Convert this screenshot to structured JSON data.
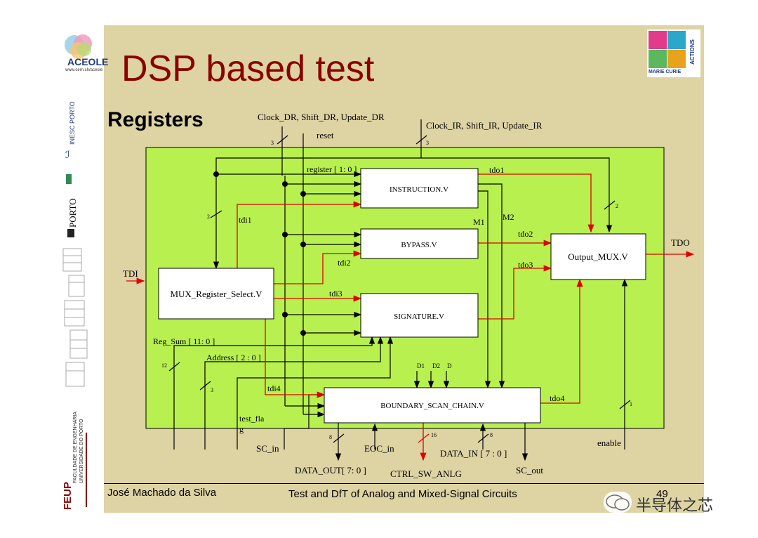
{
  "title": "DSP based test",
  "subtitle": "Registers",
  "footer": {
    "author": "José Machado da Silva",
    "course": "Test and DfT of Analog and Mixed-Signal Circuits",
    "page": "49"
  },
  "logos": {
    "aceole": "ACEOLE",
    "aceole_url": "www.cern.ch/aceole",
    "inesc": "INESC PORTO",
    "uporto": "PORTO",
    "feup": "FEUP",
    "feup_sub1": "FACULDADE DE ENGENHARIA",
    "feup_sub2": "UNIVERSIDADE DO PORTO",
    "marie_curie": "MARIE CURIE",
    "actions": "ACTIONS"
  },
  "watermark": "半导体之芯",
  "blocks": {
    "instruction": "INSTRUCTION.V",
    "bypass": "BYPASS.V",
    "signature": "SIGNATURE.V",
    "boundary": "BOUNDARY_SCAN_CHAIN.V",
    "output_mux": "Output_MUX.V",
    "mux_reg": "MUX_Register_Select.V"
  },
  "signals": {
    "clock_dr": "Clock_DR, Shift_DR, Update_DR",
    "reset": "reset",
    "clock_ir": "Clock_IR, Shift_IR, Update_IR",
    "register": "register [ 1: 0 ]",
    "tdo1": "tdo1",
    "tdo2": "tdo2",
    "tdo3": "tdo3",
    "tdo4": "tdo4",
    "m1": "M1",
    "m2": "M2",
    "tdi1": "tdi1",
    "tdi2": "tdi2",
    "tdi3": "tdi3",
    "tdi4": "tdi4",
    "tdi": "TDI",
    "tdo": "TDO",
    "reg_sum": "Reg_Sum [ 11: 0 ]",
    "address": "Address [ 2 : 0 ]",
    "test_flag_a": "test_fla",
    "test_flag_b": "g",
    "sc_in": "SC_in",
    "eoc_in": "EOC_in",
    "data_in": "DATA_IN [ 7 : 0 ]",
    "data_out": "DATA_OUT[ 7: 0 ]",
    "ctrl": "CTRL_SW_ANLG",
    "sc_out": "SC_out",
    "enable": "enable",
    "d1": "D1",
    "d2": "D2",
    "d": "D"
  },
  "bus_widths": {
    "clock_dr": "3",
    "clock_ir": "3",
    "mux_reg_in": "2",
    "output_mux_in": "2",
    "reg_sum": "12",
    "address": "3",
    "data_out": "8",
    "ctrl": "16",
    "data_in": "8",
    "enable": "1"
  }
}
